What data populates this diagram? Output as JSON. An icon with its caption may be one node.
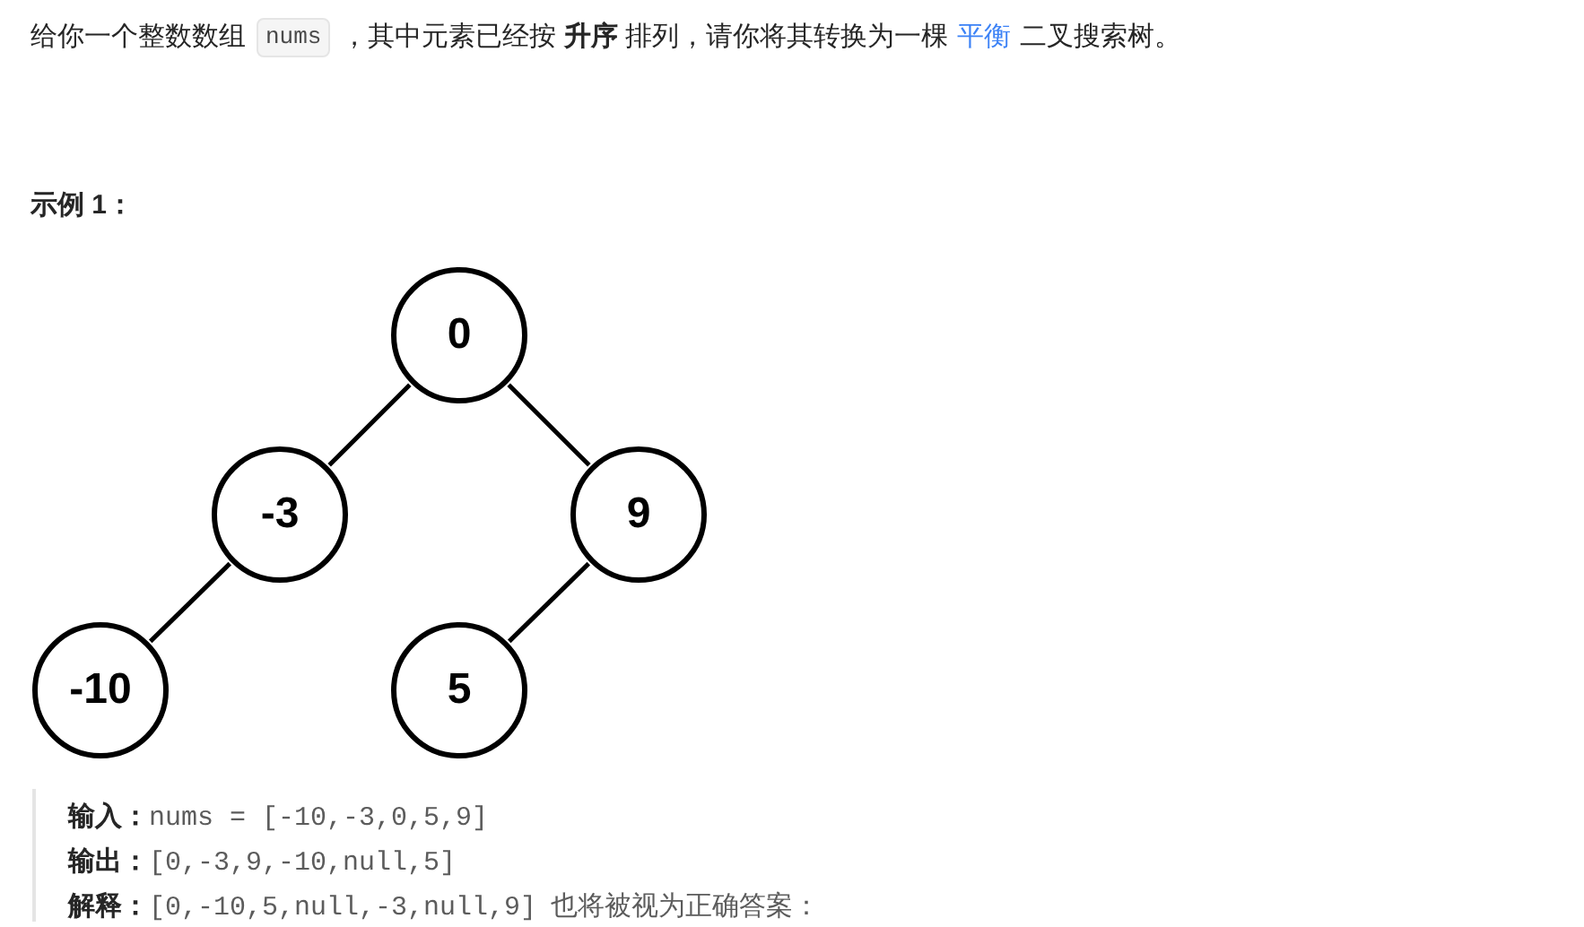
{
  "diagram": {
    "nodes": [
      {
        "text": [
          "0"
        ]
      },
      {
        "text": [
          "-3"
        ]
      },
      {
        "text": [
          "9"
        ]
      },
      {
        "text": [
          "-10"
        ]
      },
      {
        "text": [
          "5"
        ]
      }
    ],
    "edges": [
      {
        "from": 0,
        "to": 1,
        "arrow": "none"
      },
      {
        "from": 0,
        "to": 2,
        "arrow": "none"
      },
      {
        "from": 1,
        "to": 3,
        "arrow": "none"
      },
      {
        "from": 2,
        "to": 4,
        "arrow": "none"
      }
    ],
    "labels": [
      "给你一个整数数组",
      "nums",
      "，其中元素已经按 **升序** 排列，请你将其转换为一棵",
      "平衡",
      "二叉搜索树。",
      "示例 1：",
      "输入：",
      "nums = [-10,-3,0,5,9]",
      "输出：",
      "[0,-3,9,-10,null,5]",
      "解释：",
      "[0,-10,5,null,-3,null,9]",
      "也将被视为正确答案："
    ]
  }
}
